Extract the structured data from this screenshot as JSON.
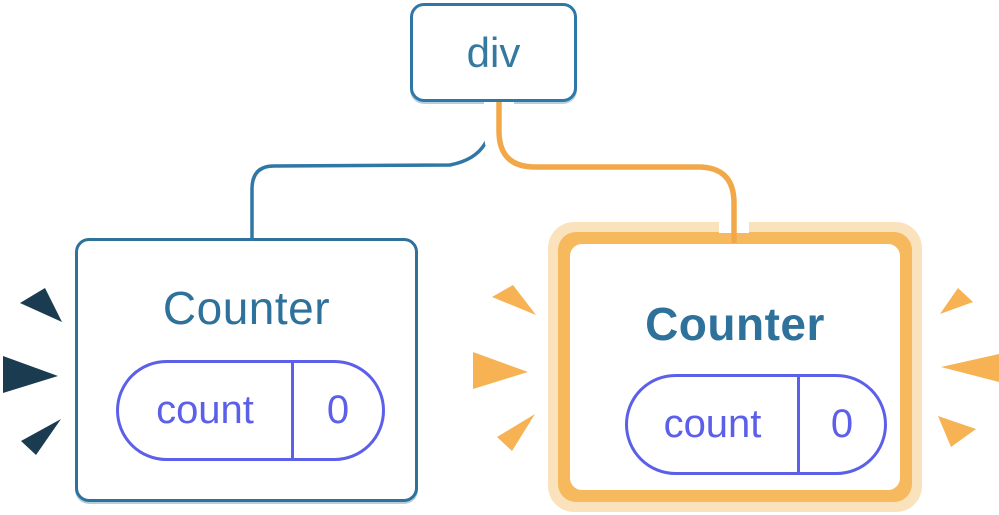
{
  "diagram": {
    "root": {
      "label": "div"
    },
    "left_counter": {
      "title": "Counter",
      "state_key": "count",
      "state_value": "0",
      "highlighted": false
    },
    "right_counter": {
      "title": "Counter",
      "state_key": "count",
      "state_value": "0",
      "highlighted": true
    }
  },
  "colors": {
    "blue_border": "#2E77A6",
    "blue_text": "#2E719A",
    "purple_state": "#5B5FE9",
    "orange_border": "#F7B95E",
    "orange_halo": "#FAE3BC",
    "orange_edge_core": "#F2A848",
    "spark_orange": "#F6B253",
    "spark_navy": "#1B3C50",
    "background": "#FFFFFF"
  }
}
